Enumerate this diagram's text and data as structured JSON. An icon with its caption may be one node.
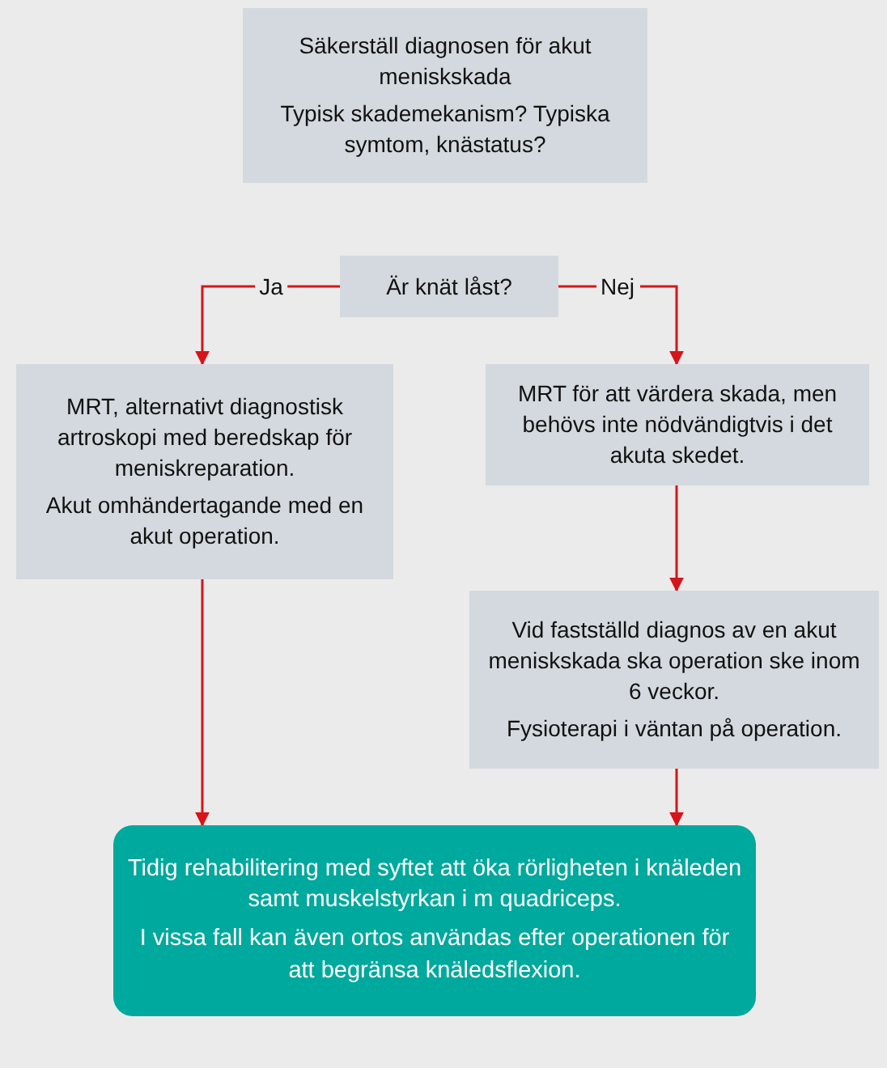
{
  "diagram": {
    "nodes": [
      {
        "text": [
          "Säkerställ diagnosen för akut meniskskada",
          "Typisk skademekanism? Typiska symtom, knästatus?"
        ]
      },
      {
        "text": [
          "Är knät låst?"
        ]
      },
      {
        "text": [
          "MRT, alternativt diagnostisk artroskopi med beredskap för meniskreparation.",
          "Akut omhändertagande med en akut operation."
        ]
      },
      {
        "text": [
          "MRT för att värdera skada, men behövs inte nödvändigtvis i det akuta skedet."
        ]
      },
      {
        "text": [
          "Vid fastställd diagnos av en akut meniskskada ska operation ske inom 6 veckor.",
          "Fysioterapi i väntan på operation."
        ]
      },
      {
        "text": [
          "Tidig rehabilitering med syftet att öka rörligheten i knäleden samt muskelstyrkan i m quadriceps.",
          "I vissa fall kan även ortos användas efter operationen för att begränsa knäledsflexion."
        ]
      }
    ],
    "edges": [
      {
        "from": 1,
        "to": 2,
        "arrow": "to",
        "label": "Ja"
      },
      {
        "from": 1,
        "to": 3,
        "arrow": "to",
        "label": "Nej"
      },
      {
        "from": 3,
        "to": 4,
        "arrow": "to"
      },
      {
        "from": 2,
        "to": 5,
        "arrow": "to"
      },
      {
        "from": 4,
        "to": 5,
        "arrow": "to"
      }
    ]
  }
}
